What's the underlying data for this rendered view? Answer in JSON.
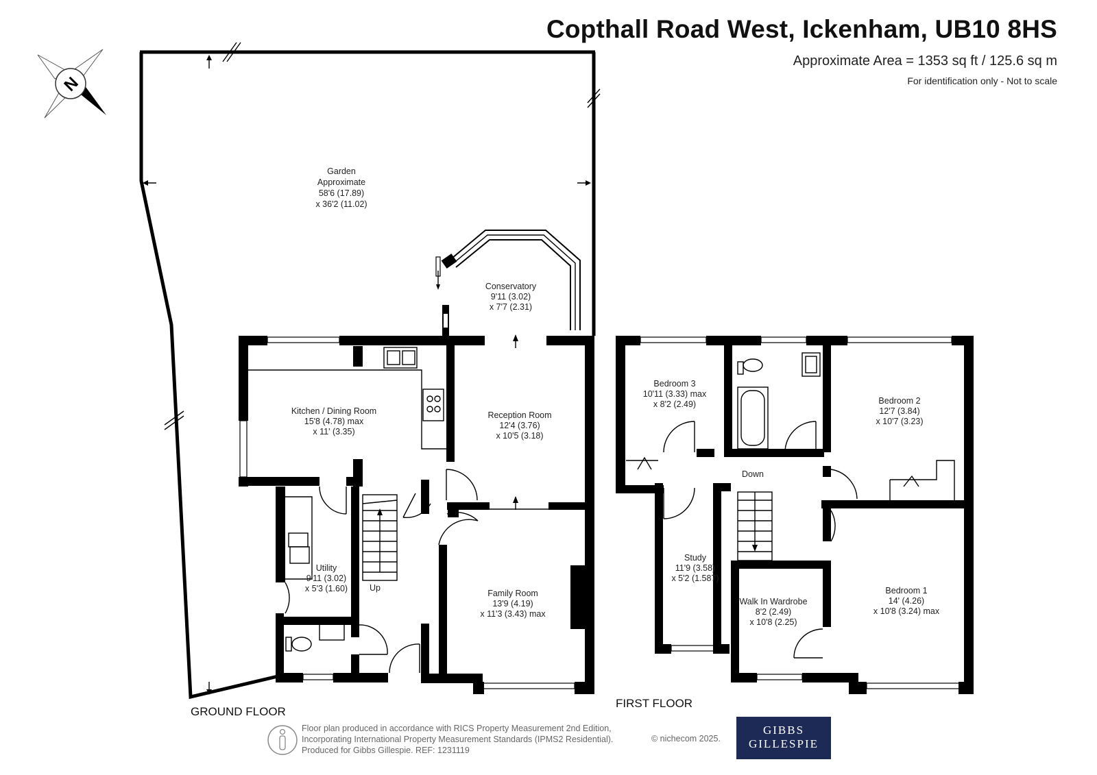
{
  "header": {
    "title": "Copthall Road West, Ickenham, UB10 8HS",
    "area": "Approximate Area = 1353 sq ft / 125.6 sq m",
    "note": "For identification only - Not to scale"
  },
  "compass": {
    "letter": "N"
  },
  "floors": {
    "ground": "GROUND FLOOR",
    "first": "FIRST FLOOR"
  },
  "rooms": {
    "garden": [
      "Garden",
      "Approximate",
      "58'6 (17.89)",
      "x 36'2 (11.02)"
    ],
    "conservatory": [
      "Conservatory",
      "9'11 (3.02)",
      "x 7'7 (2.31)"
    ],
    "kitchen": [
      "Kitchen / Dining Room",
      "15'8 (4.78) max",
      "x 11' (3.35)"
    ],
    "reception": [
      "Reception Room",
      "12'4 (3.76)",
      "x 10'5 (3.18)"
    ],
    "utility": [
      "Utility",
      "9'11 (3.02)",
      "x 5'3 (1.60)"
    ],
    "family": [
      "Family Room",
      "13'9 (4.19)",
      "x 11'3 (3.43) max"
    ],
    "up": "Up",
    "bedroom3": [
      "Bedroom 3",
      "10'11 (3.33) max",
      "x 8'2 (2.49)"
    ],
    "bedroom2": [
      "Bedroom 2",
      "12'7 (3.84)",
      "x 10'7 (3.23)"
    ],
    "down": "Down",
    "study": [
      "Study",
      "11'9 (3.58)",
      "x 5'2 (1.587)"
    ],
    "wardrobe": [
      "Walk In Wardrobe",
      "8'2 (2.49)",
      "x 10'8 (2.25)"
    ],
    "bedroom1": [
      "Bedroom 1",
      "14' (4.26)",
      "x 10'8 (3.24) max"
    ]
  },
  "footer": {
    "lines": [
      "Floor plan produced in accordance with RICS Property Measurement 2nd Edition,",
      "Incorporating International Property Measurement Standards (IPMS2 Residential).",
      "Produced for Gibbs Gillespie.   REF:  1231119"
    ],
    "copyright": "© nichecom 2025."
  },
  "brand": {
    "line1": "GIBBS",
    "line2": "GILLESPIE",
    "color": "#1d2a55"
  }
}
